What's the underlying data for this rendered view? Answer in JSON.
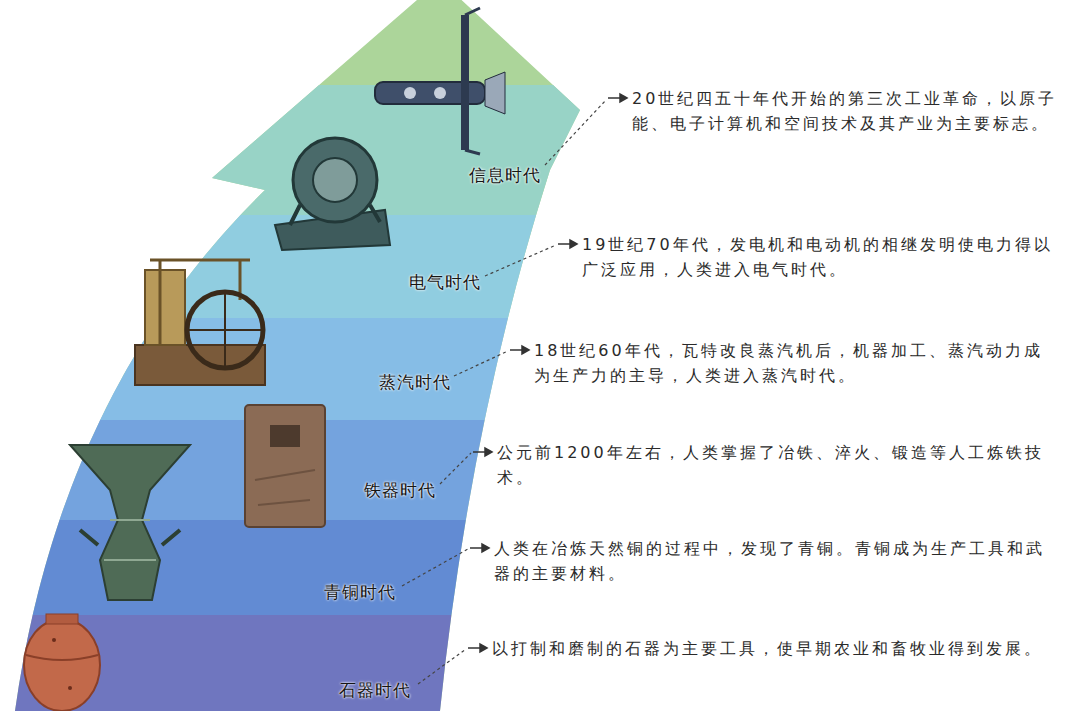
{
  "diagram": {
    "nodes": [
      {
        "text": [
          "信息时代"
        ]
      },
      {
        "text": [
          "电气时代"
        ]
      },
      {
        "text": [
          "蒸汽时代"
        ]
      },
      {
        "text": [
          "铁器时代"
        ]
      },
      {
        "text": [
          "青铜时代"
        ]
      },
      {
        "text": [
          "石器时代"
        ]
      }
    ],
    "labels": [
      "20世纪四五十年代开始的第三次工业革命，以原子能、电子计算机和空间技术及其产业为主要标志。",
      "19世纪70年代，发电机和电动机的相继发明使电力得以广泛应用，人类进入电气时代。",
      "18世纪60年代，瓦特改良蒸汽机后，机器加工、蒸汽动力成为生产力的主导，人类进入蒸汽时代。",
      "公元前1200年左右，人类掌握了冶铁、淬火、锻造等人工炼铁技术。",
      "人类在冶炼天然铜的过程中，发现了青铜。青铜成为生产工具和武器的主要材料。",
      "以打制和磨制的石器为主要工具，使早期农业和畜牧业得到发展。"
    ]
  }
}
